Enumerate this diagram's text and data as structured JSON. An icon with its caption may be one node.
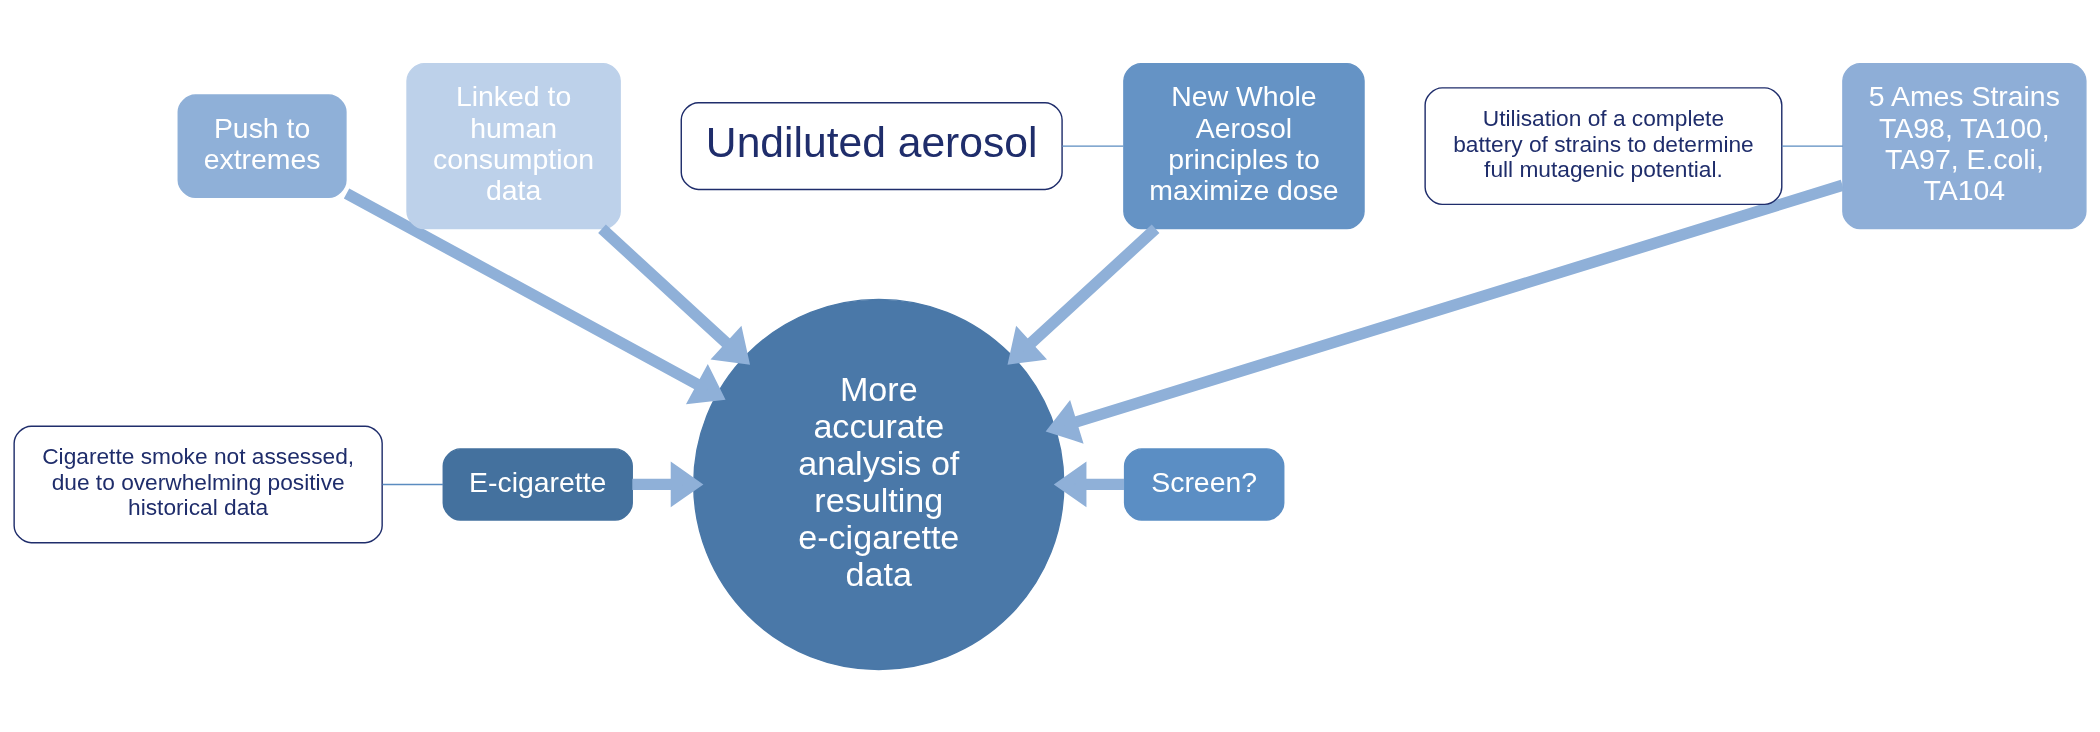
{
  "diagram": {
    "nodes": [
      {
        "text": [
          "Push to extremes"
        ]
      },
      {
        "text": [
          "Linked to human consumption data"
        ]
      },
      {
        "text": [
          "Undiluted aerosol"
        ]
      },
      {
        "text": [
          "New Whole Aerosol principles to maximize dose"
        ]
      },
      {
        "text": [
          "5 Ames Strains",
          "TA98, TA100, TA97, E.coli, TA104"
        ]
      },
      {
        "text": [
          "Utilisation of a complete battery of strains to determine full mutagenic potential."
        ]
      },
      {
        "text": [
          "Cigarette smoke not assessed, due to overwhelming positive historical data"
        ]
      },
      {
        "text": [
          "E-cigarette"
        ]
      },
      {
        "text": [
          "More accurate analysis of resulting e-cigarette data"
        ]
      },
      {
        "text": [
          "Screen?"
        ]
      }
    ],
    "edges": [
      {
        "from": 3,
        "to": 8,
        "arrow": "to"
      },
      {
        "from": 0,
        "to": 8,
        "arrow": "to"
      },
      {
        "from": 1,
        "to": 8,
        "arrow": "to"
      },
      {
        "from": 4,
        "to": 8,
        "arrow": "to"
      },
      {
        "from": 7,
        "to": 8,
        "arrow": "to"
      },
      {
        "from": 9,
        "to": 8,
        "arrow": "to"
      },
      {
        "from": 2,
        "to": 3,
        "arrow": "none"
      },
      {
        "from": 5,
        "to": 4,
        "arrow": "none"
      },
      {
        "from": 6,
        "to": 7,
        "arrow": "none"
      }
    ]
  }
}
